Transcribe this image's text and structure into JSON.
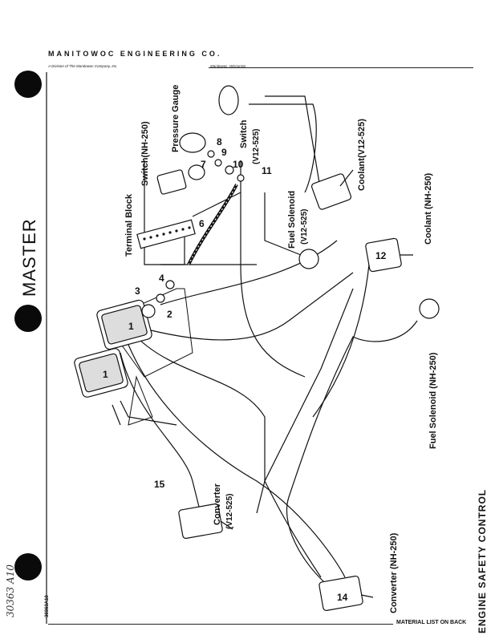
{
  "header": {
    "company": "MANITOWOC ENGINEERING CO.",
    "division": "A Division of The Manitowoc Company, Inc.",
    "location": "Manitowoc, Wisconsin"
  },
  "stamp": "MASTER",
  "handwritten_code": "30363 A10",
  "doc_number": "30363A10",
  "footer_text": "MATERIAL LIST ON BACK",
  "side_title": "ENGINE SAFETY CONTROL",
  "labels": {
    "terminal_block": "Terminal Block",
    "switch_nh": "Switch(NH-250)",
    "pressure_gauge": "Pressure Gauge",
    "switch_v12": "Switch",
    "switch_v12_model": "(V12-525)",
    "coolant_v12": "Coolant(V12-525)",
    "fuel_solenoid_v12": "Fuel Solenoid",
    "fuel_solenoid_v12_model": "(V12-525)",
    "coolant_nh": "Coolant (NH-250)",
    "fuel_solenoid_nh": "Fuel Solenoid (NH-250)",
    "converter_v12": "Converter",
    "converter_v12_model": "(V12-525)",
    "converter_nh": "Converter (NH-250)"
  },
  "callouts": [
    "1",
    "1",
    "2",
    "3",
    "4",
    "6",
    "7",
    "8",
    "9",
    "10",
    "11",
    "12",
    "14",
    "15"
  ]
}
